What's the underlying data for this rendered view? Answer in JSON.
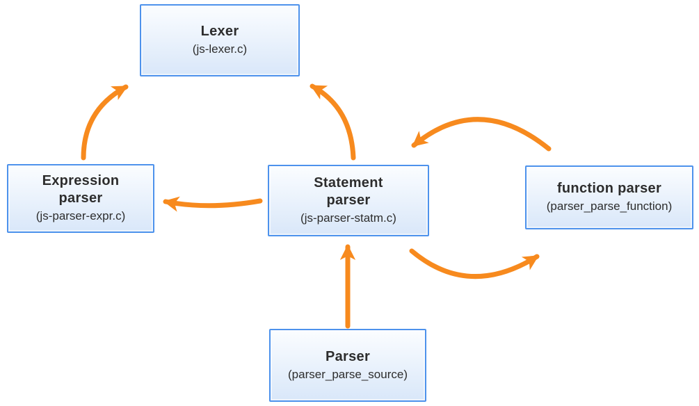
{
  "colors": {
    "arrow": "#F78A1E",
    "box_border": "#4D92EC",
    "box_fill_top": "#FBFDFF",
    "box_fill_bottom": "#D9E7F9",
    "text": "#2D2D2D",
    "canvas_bg": "#FFFFFF"
  },
  "nodes": {
    "lexer": {
      "title": "Lexer",
      "subtitle": "(js-lexer.c)"
    },
    "expression": {
      "title": "Expression\nparser",
      "subtitle": "(js-parser-expr.c)"
    },
    "statement": {
      "title": "Statement\nparser",
      "subtitle": "(js-parser-statm.c)"
    },
    "function": {
      "title": "function parser",
      "subtitle": "(parser_parse_function)"
    },
    "parser": {
      "title": "Parser",
      "subtitle": "(parser_parse_source)"
    }
  },
  "edges": [
    {
      "from": "expression-parser",
      "to": "lexer",
      "style": "curved"
    },
    {
      "from": "statement-parser",
      "to": "lexer",
      "style": "curved"
    },
    {
      "from": "statement-parser",
      "to": "expression-parser",
      "style": "curved"
    },
    {
      "from": "function-parser",
      "to": "statement-parser",
      "style": "arc-over-top"
    },
    {
      "from": "statement-parser",
      "to": "function-parser",
      "style": "arc-under-bottom"
    },
    {
      "from": "parser",
      "to": "statement-parser",
      "style": "straight-up"
    }
  ]
}
